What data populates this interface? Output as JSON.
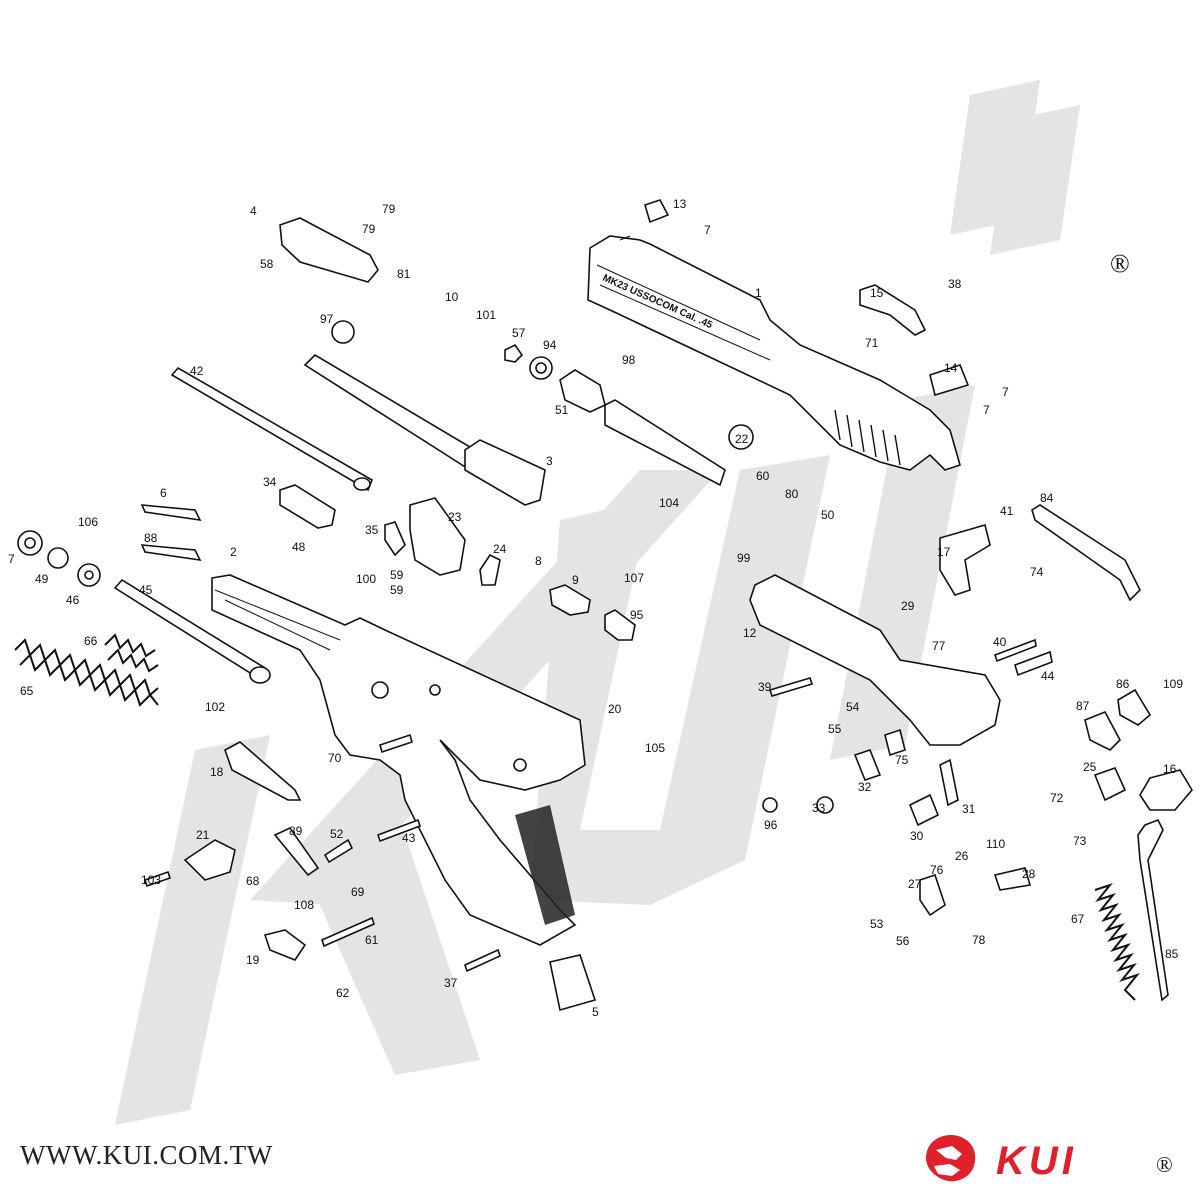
{
  "watermark": {
    "text": "KUI",
    "color": "#e3e3e3"
  },
  "registered_mark": "®",
  "slide_engraving": "MK23 USSOCOM Cal. .45",
  "footer": {
    "url": "WWW.KUI.COM.TW"
  },
  "brand": {
    "name": "KUI",
    "registered_mark": "®",
    "color": "#e0202a"
  },
  "parts": [
    {
      "n": "1"
    },
    {
      "n": "2"
    },
    {
      "n": "3"
    },
    {
      "n": "4"
    },
    {
      "n": "5"
    },
    {
      "n": "6"
    },
    {
      "n": "7"
    },
    {
      "n": "7"
    },
    {
      "n": "7"
    },
    {
      "n": "7"
    },
    {
      "n": "8"
    },
    {
      "n": "9"
    },
    {
      "n": "10"
    },
    {
      "n": "12"
    },
    {
      "n": "13"
    },
    {
      "n": "14"
    },
    {
      "n": "15"
    },
    {
      "n": "16"
    },
    {
      "n": "17"
    },
    {
      "n": "18"
    },
    {
      "n": "19"
    },
    {
      "n": "20"
    },
    {
      "n": "21"
    },
    {
      "n": "22"
    },
    {
      "n": "23"
    },
    {
      "n": "24"
    },
    {
      "n": "25"
    },
    {
      "n": "26"
    },
    {
      "n": "27"
    },
    {
      "n": "28"
    },
    {
      "n": "29"
    },
    {
      "n": "30"
    },
    {
      "n": "31"
    },
    {
      "n": "32"
    },
    {
      "n": "33"
    },
    {
      "n": "34"
    },
    {
      "n": "35"
    },
    {
      "n": "37"
    },
    {
      "n": "38"
    },
    {
      "n": "39"
    },
    {
      "n": "40"
    },
    {
      "n": "41"
    },
    {
      "n": "42"
    },
    {
      "n": "43"
    },
    {
      "n": "44"
    },
    {
      "n": "45"
    },
    {
      "n": "46"
    },
    {
      "n": "48"
    },
    {
      "n": "49"
    },
    {
      "n": "50"
    },
    {
      "n": "51"
    },
    {
      "n": "52"
    },
    {
      "n": "53"
    },
    {
      "n": "54"
    },
    {
      "n": "55"
    },
    {
      "n": "56"
    },
    {
      "n": "57"
    },
    {
      "n": "58"
    },
    {
      "n": "59"
    },
    {
      "n": "59"
    },
    {
      "n": "60"
    },
    {
      "n": "61"
    },
    {
      "n": "62"
    },
    {
      "n": "65"
    },
    {
      "n": "66"
    },
    {
      "n": "67"
    },
    {
      "n": "68"
    },
    {
      "n": "69"
    },
    {
      "n": "70"
    },
    {
      "n": "71"
    },
    {
      "n": "72"
    },
    {
      "n": "73"
    },
    {
      "n": "74"
    },
    {
      "n": "75"
    },
    {
      "n": "76"
    },
    {
      "n": "77"
    },
    {
      "n": "78"
    },
    {
      "n": "79"
    },
    {
      "n": "79"
    },
    {
      "n": "80"
    },
    {
      "n": "81"
    },
    {
      "n": "84"
    },
    {
      "n": "85"
    },
    {
      "n": "86"
    },
    {
      "n": "87"
    },
    {
      "n": "88"
    },
    {
      "n": "89"
    },
    {
      "n": "94"
    },
    {
      "n": "95"
    },
    {
      "n": "96"
    },
    {
      "n": "97"
    },
    {
      "n": "98"
    },
    {
      "n": "99"
    },
    {
      "n": "100"
    },
    {
      "n": "101"
    },
    {
      "n": "102"
    },
    {
      "n": "103"
    },
    {
      "n": "104"
    },
    {
      "n": "105"
    },
    {
      "n": "106"
    },
    {
      "n": "107"
    },
    {
      "n": "108"
    },
    {
      "n": "109"
    },
    {
      "n": "110"
    }
  ]
}
